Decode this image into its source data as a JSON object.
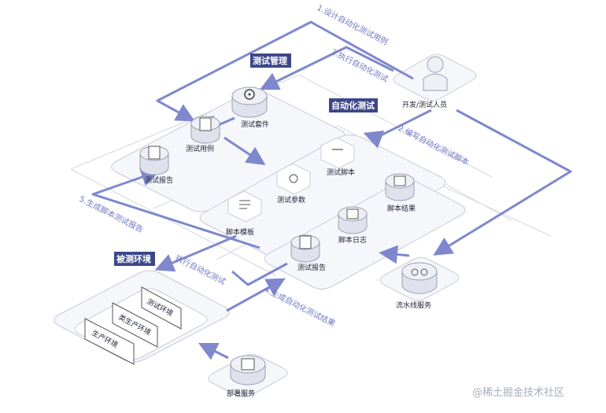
{
  "tags": {
    "test_management": "测试管理",
    "automation_test": "自动化测试",
    "env_under_test": "被测环境"
  },
  "nodes": {
    "test_suite": "测试套件",
    "test_case": "测试用例",
    "test_report_1": "测试报告",
    "test_script": "测试脚本",
    "test_params": "测试参数",
    "script_template": "脚本模板",
    "script_result": "脚本结果",
    "script_log": "脚本日志",
    "test_report_2": "测试报告",
    "dev_tester": "开发/测试人员",
    "pipeline_service": "流水线服务",
    "deploy_service": "部署服务"
  },
  "environments": {
    "test_env": "测试环境",
    "pre_prod_env": "类生产环境",
    "prod_env": "生产环境"
  },
  "flows": {
    "step1": "1.设计自动化测试用例",
    "step2": "2.编写自动化测试脚本",
    "step3": "3.执行自动化测试",
    "step4": "4.生成自动化测试结果",
    "step5": "5.生成脚本测试报告",
    "exec": "执行自动化测试"
  },
  "watermark": "@稀土掘金技术社区",
  "colors": {
    "accent": "#7f88cd",
    "tag_bg": "#3c4788"
  }
}
